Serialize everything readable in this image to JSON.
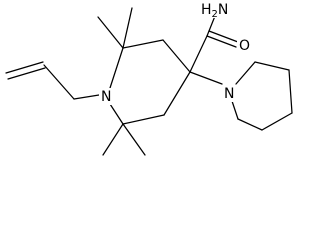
{
  "molecule": {
    "atoms": {
      "amide_nitrogen": {
        "symbol": "H",
        "subscript": "2",
        "suffix": "N"
      },
      "carbonyl_oxygen": {
        "symbol": "O"
      },
      "ring_nitrogen": {
        "symbol": "N"
      },
      "piperidine_nitrogen": {
        "symbol": "N"
      }
    }
  },
  "colors": {
    "bond": "#000000",
    "label": "#000000",
    "background": "#ffffff"
  }
}
